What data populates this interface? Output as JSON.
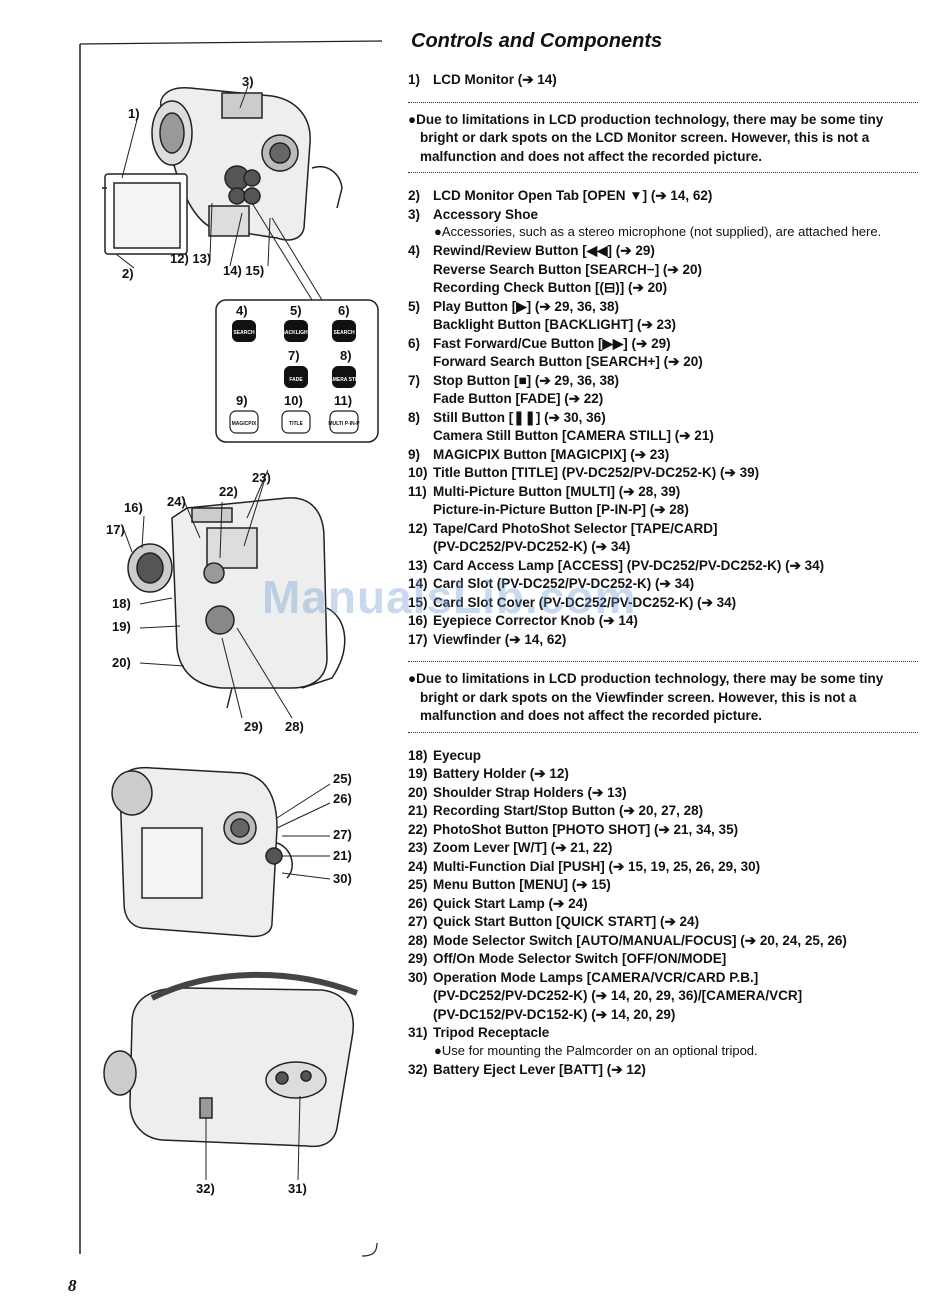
{
  "page": {
    "title": "Controls and Components",
    "page_number": "8",
    "watermark": "ManualsLib.com"
  },
  "callouts": {
    "c1": "1)",
    "c2": "2)",
    "c3": "3)",
    "c12_13": "12) 13)",
    "c14_15": "14) 15)",
    "c4": "4)",
    "c5": "5)",
    "c6": "6)",
    "c7": "7)",
    "c8": "8)",
    "c9": "9)",
    "c10": "10)",
    "c11": "11)",
    "c16": "16)",
    "c17": "17)",
    "c18": "18)",
    "c19": "19)",
    "c20": "20)",
    "c22": "22)",
    "c23": "23)",
    "c24": "24)",
    "c28": "28)",
    "c29": "29)",
    "c25": "25)",
    "c26": "26)",
    "c27": "27)",
    "c21": "21)",
    "c30": "30)",
    "c31": "31)",
    "c32": "32)"
  },
  "button_labels": {
    "b4": "SEARCH",
    "b5": "BACKLIGHT",
    "b6": "SEARCH",
    "b7": "FADE",
    "b8": "CAMERA STILL",
    "b9": "MAGICPIX",
    "b10": "TITLE",
    "b11": "MULTI P-IN-P"
  },
  "items": {
    "i1": {
      "num": "1)",
      "text": "LCD Monitor (➔ 14)"
    },
    "note1": "●Due to limitations in LCD production technology, there may be some tiny bright or dark spots on the LCD Monitor screen. However, this is not a malfunction and does not affect the recorded picture.",
    "i2": {
      "num": "2)",
      "text": "LCD Monitor Open Tab [OPEN ▼] (➔ 14, 62)"
    },
    "i3": {
      "num": "3)",
      "text": "Accessory Shoe"
    },
    "i3_bullet": "●Accessories, such as a stereo microphone (not supplied), are attached here.",
    "i4": {
      "num": "4)",
      "text": "Rewind/Review Button [◀◀] (➔ 29)"
    },
    "i4_b": "Reverse Search Button [SEARCH−] (➔ 20)",
    "i4_c": "Recording Check Button [(⊟)] (➔ 20)",
    "i5": {
      "num": "5)",
      "text": "Play Button [▶] (➔ 29, 36, 38)"
    },
    "i5_b": "Backlight Button [BACKLIGHT] (➔ 23)",
    "i6": {
      "num": "6)",
      "text": "Fast Forward/Cue Button [▶▶] (➔ 29)"
    },
    "i6_b": "Forward Search Button [SEARCH+] (➔ 20)",
    "i7": {
      "num": "7)",
      "text": "Stop Button [■] (➔ 29, 36, 38)"
    },
    "i7_b": "Fade Button [FADE] (➔ 22)",
    "i8": {
      "num": "8)",
      "text": "Still Button [❚❚] (➔ 30, 36)"
    },
    "i8_b": "Camera Still Button [CAMERA STILL] (➔ 21)",
    "i9": {
      "num": "9)",
      "text": "MAGICPIX Button [MAGICPIX] (➔ 23)"
    },
    "i10": {
      "num": "10)",
      "text": "Title Button [TITLE] (PV-DC252/PV-DC252-K) (➔ 39)"
    },
    "i11": {
      "num": "11)",
      "text": "Multi-Picture Button [MULTI] (➔ 28, 39)"
    },
    "i11_b": "Picture-in-Picture Button [P-IN-P] (➔ 28)",
    "i12": {
      "num": "12)",
      "text": "Tape/Card PhotoShot Selector [TAPE/CARD]"
    },
    "i12_b": "(PV-DC252/PV-DC252-K) (➔ 34)",
    "i13": {
      "num": "13)",
      "text": "Card Access Lamp [ACCESS] (PV-DC252/PV-DC252-K) (➔ 34)"
    },
    "i14": {
      "num": "14)",
      "text": "Card Slot (PV-DC252/PV-DC252-K) (➔ 34)"
    },
    "i15": {
      "num": "15)",
      "text": "Card Slot Cover (PV-DC252/PV-DC252-K) (➔ 34)"
    },
    "i16": {
      "num": "16)",
      "text": "Eyepiece Corrector Knob (➔ 14)"
    },
    "i17": {
      "num": "17)",
      "text": "Viewfinder (➔ 14, 62)"
    },
    "note2": "●Due to limitations in LCD production technology, there may be some tiny bright or dark spots on the Viewfinder screen. However, this is not a malfunction and does not affect the recorded picture.",
    "i18": {
      "num": "18)",
      "text": "Eyecup"
    },
    "i19": {
      "num": "19)",
      "text": "Battery Holder (➔ 12)"
    },
    "i20": {
      "num": "20)",
      "text": "Shoulder Strap Holders (➔ 13)"
    },
    "i21": {
      "num": "21)",
      "text": "Recording Start/Stop Button (➔ 20, 27, 28)"
    },
    "i22": {
      "num": "22)",
      "text": "PhotoShot Button [PHOTO SHOT] (➔ 21, 34, 35)"
    },
    "i23": {
      "num": "23)",
      "text": "Zoom Lever [W/T] (➔ 21, 22)"
    },
    "i24": {
      "num": "24)",
      "text": "Multi-Function Dial [PUSH] (➔ 15, 19, 25, 26, 29, 30)"
    },
    "i25": {
      "num": "25)",
      "text": "Menu Button [MENU] (➔ 15)"
    },
    "i26": {
      "num": "26)",
      "text": "Quick Start Lamp (➔ 24)"
    },
    "i27": {
      "num": "27)",
      "text": "Quick Start Button [QUICK START] (➔ 24)"
    },
    "i28": {
      "num": "28)",
      "text": "Mode Selector Switch [AUTO/MANUAL/FOCUS] (➔ 20, 24, 25, 26)"
    },
    "i29": {
      "num": "29)",
      "text": "Off/On Mode Selector Switch [OFF/ON/MODE]"
    },
    "i30": {
      "num": "30)",
      "text": "Operation Mode Lamps [CAMERA/VCR/CARD P.B.]"
    },
    "i30_b": "(PV-DC252/PV-DC252-K) (➔ 14, 20, 29, 36)/[CAMERA/VCR]",
    "i30_c": "(PV-DC152/PV-DC152-K) (➔ 14, 20, 29)",
    "i31": {
      "num": "31)",
      "text": "Tripod Receptacle"
    },
    "i31_bullet": "●Use for mounting the Palmcorder on an optional tripod.",
    "i32": {
      "num": "32)",
      "text": "Battery Eject Lever [BATT] (➔ 12)"
    }
  }
}
